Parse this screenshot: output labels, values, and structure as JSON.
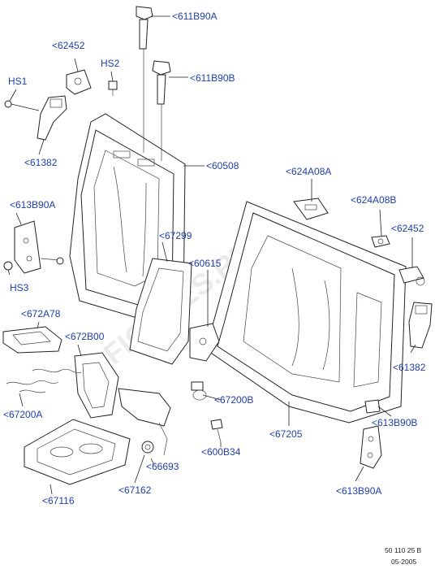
{
  "labels": {
    "l611b90a_top": "<611B90A",
    "l62452_left": "<62452",
    "lhs2": "HS2",
    "l611b90b": "<611B90B",
    "lhs1": "HS1",
    "l61382_left": "<61382",
    "l60508": "<60508",
    "l613b90a_left": "<613B90A",
    "lhs3": "HS3",
    "l67299": "<67299",
    "l60615": "<60615",
    "l624a08a": "<624A08A",
    "l624a08b": "<624A08B",
    "l62452_right": "<62452",
    "l672a78": "<672A78",
    "l672b00": "<672B00",
    "l61382_right": "<61382",
    "l67200b": "<67200B",
    "l67200a": "<67200A",
    "l613b90b": "<613B90B",
    "l67205": "<67205",
    "l600b34": "<600B34",
    "l66693": "<66693",
    "l67116": "<67116",
    "l67162": "<67162",
    "l613b90a_bottom": "<613B90A"
  },
  "watermark": "FIGURES.RU",
  "footer": {
    "code": "50 110 25 B",
    "date": "05-2005"
  },
  "colors": {
    "label": "#1f3fa6",
    "line": "#222222"
  }
}
